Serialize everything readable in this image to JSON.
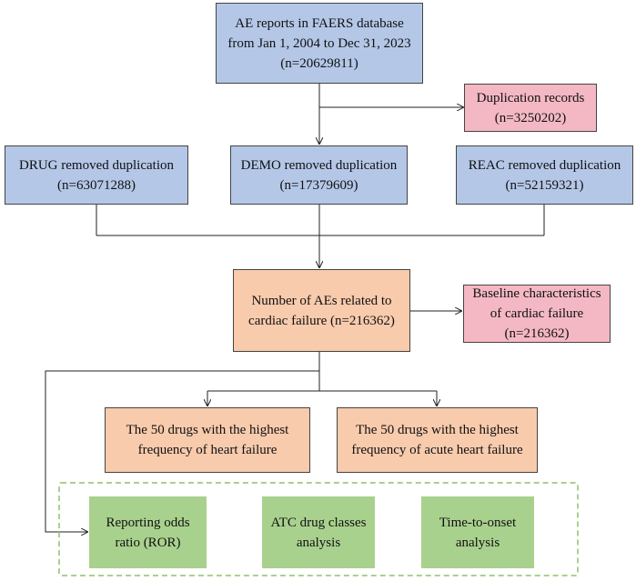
{
  "boxes": {
    "ae_reports": {
      "lines": [
        "AE reports in FAERS database",
        "from Jan 1, 2004 to Dec 31, 2023",
        "(n=20629811)"
      ],
      "color": "#b4c7e7"
    },
    "duplication": {
      "lines": [
        "Duplication records",
        "(n=3250202)"
      ],
      "color": "#f4b8c4"
    },
    "drug": {
      "lines": [
        "DRUG removed duplication",
        "(n=63071288)"
      ],
      "color": "#b4c7e7"
    },
    "demo": {
      "lines": [
        "DEMO removed duplication",
        "(n=17379609)"
      ],
      "color": "#b4c7e7"
    },
    "reac": {
      "lines": [
        "REAC removed duplication",
        "(n=52159321)"
      ],
      "color": "#b4c7e7"
    },
    "number_aes": {
      "lines": [
        "Number of AEs related to",
        "cardiac failure (n=216362)"
      ],
      "color": "#f8cbad"
    },
    "baseline": {
      "lines": [
        "Baseline characteristics",
        "of cardiac failure",
        "(n=216362)"
      ],
      "color": "#f4b8c4"
    },
    "drugs_hf": {
      "lines": [
        "The 50 drugs with the highest",
        "frequency of  heart failure"
      ],
      "color": "#f8cbad"
    },
    "drugs_ahf": {
      "lines": [
        "The 50 drugs with the highest",
        "frequency of acute heart failure"
      ],
      "color": "#f8cbad"
    },
    "ror": {
      "lines": [
        "Reporting odds",
        "ratio (ROR)"
      ],
      "color": "#a9d18e"
    },
    "atc": {
      "lines": [
        "ATC drug classes",
        "analysis"
      ],
      "color": "#a9d18e"
    },
    "tto": {
      "lines": [
        "Time-to-onset",
        "analysis"
      ],
      "color": "#a9d18e"
    }
  }
}
